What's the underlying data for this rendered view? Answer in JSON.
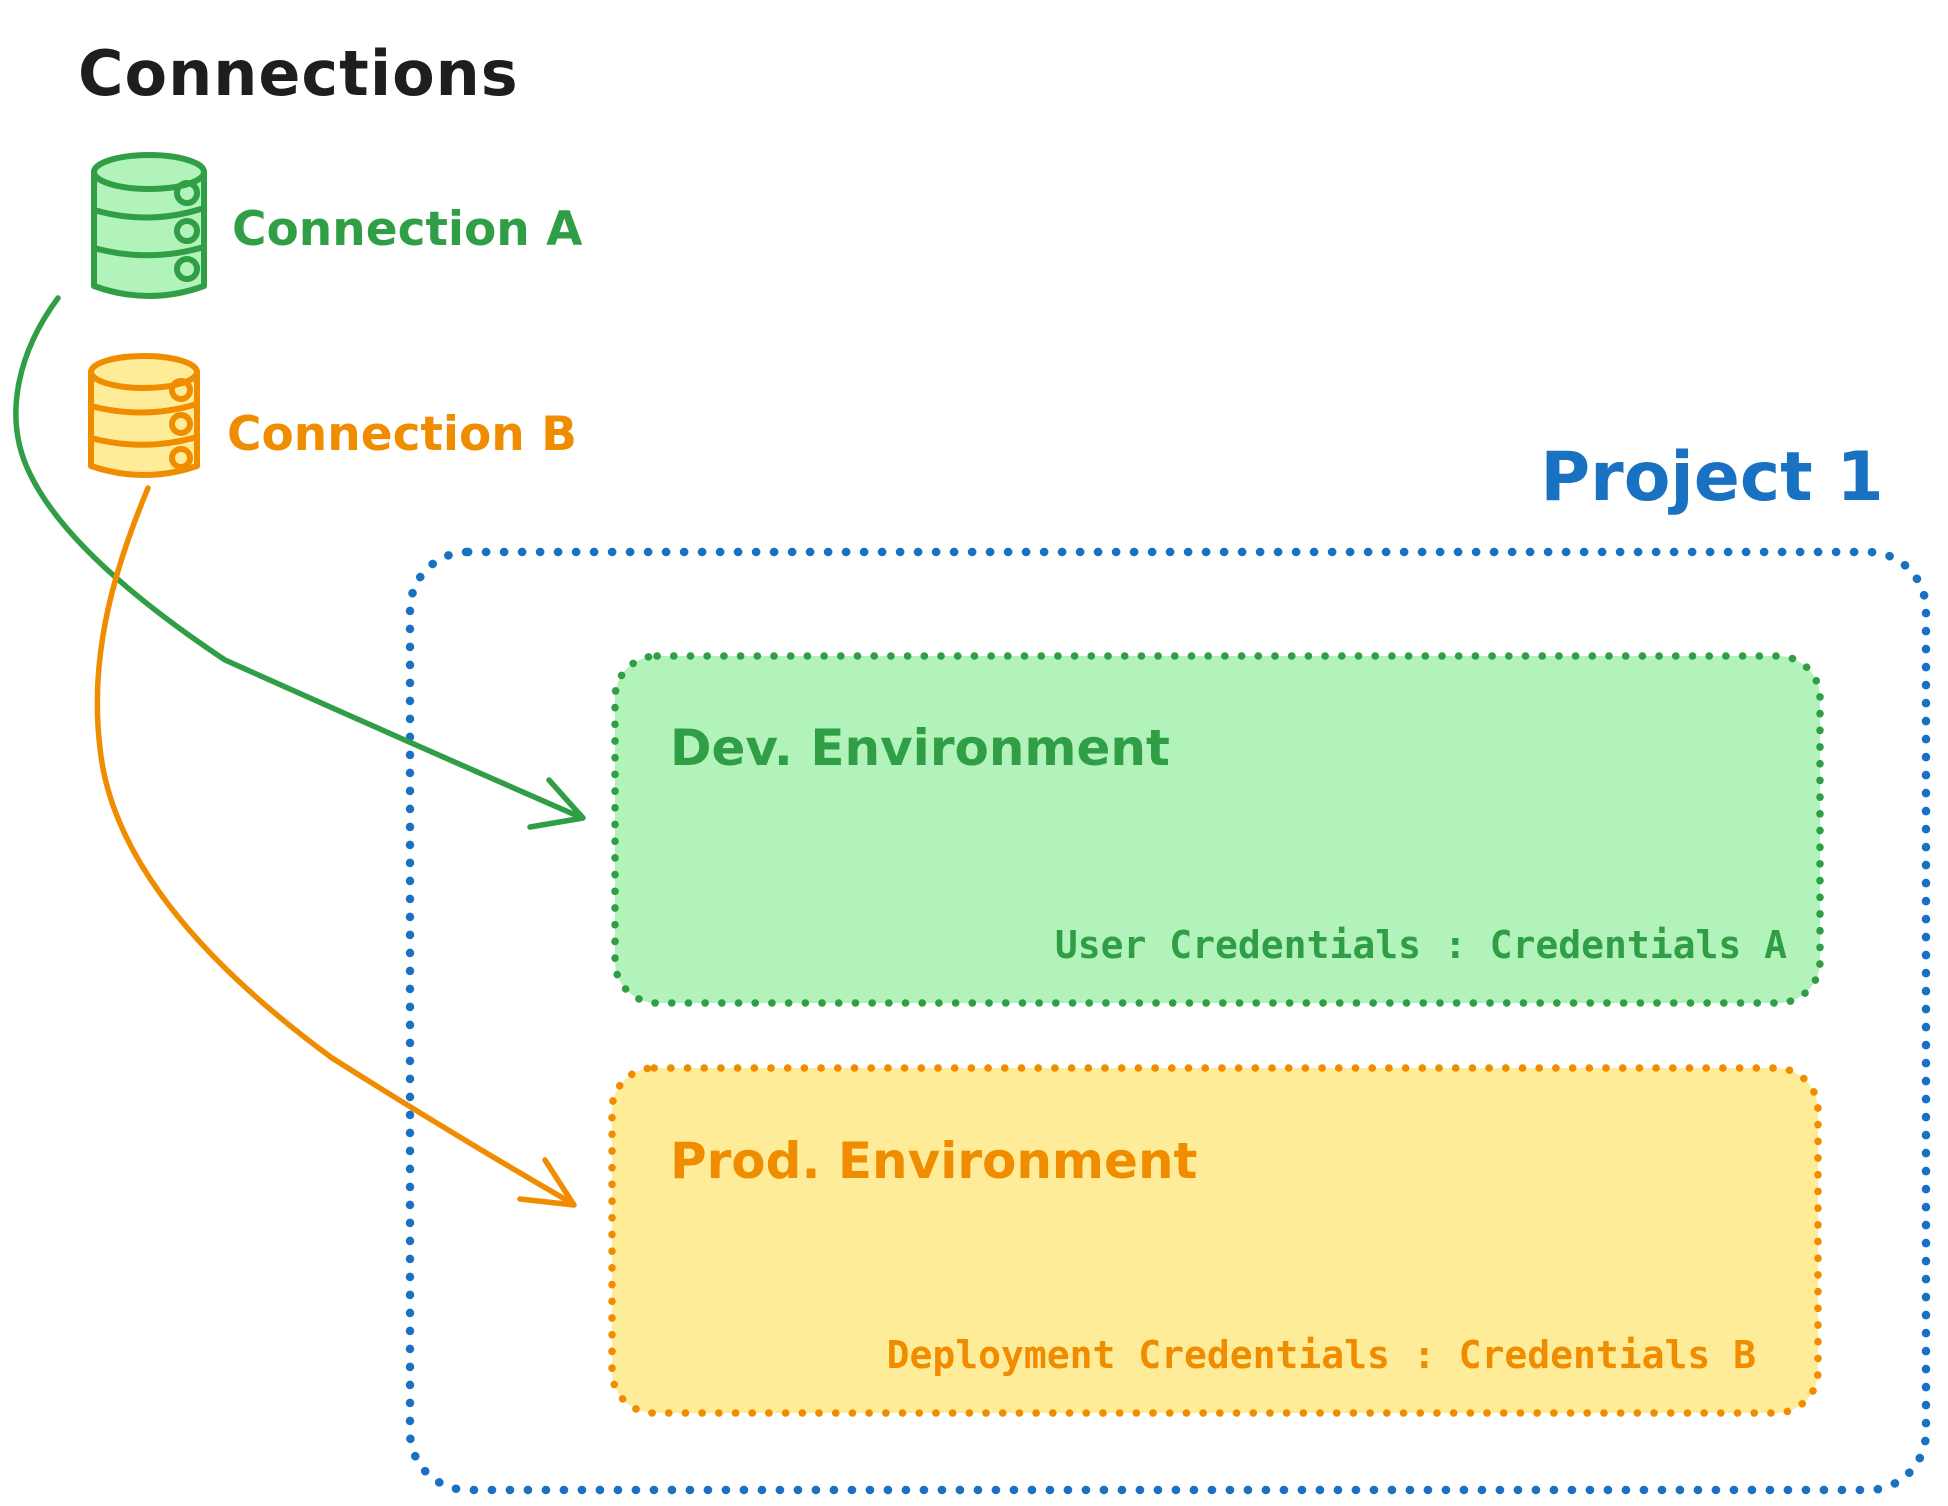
{
  "title": "Connections",
  "connections": [
    {
      "label": "Connection A",
      "icon": "database-icon",
      "stroke": "#2f9e44",
      "fill": "#b2f2bb"
    },
    {
      "label": "Connection B",
      "icon": "database-icon",
      "stroke": "#f08c00",
      "fill": "#ffec99"
    }
  ],
  "project": {
    "label": "Project 1",
    "accent": "#1971c2",
    "environments": [
      {
        "name": "Dev. Environment",
        "credentials_text": "User Credentials : Credentials A",
        "stroke": "#2f9e44",
        "fill": "#b2f2bb"
      },
      {
        "name": "Prod. Environment",
        "credentials_text": "Deployment Credentials : Credentials B",
        "stroke": "#f08c00",
        "fill": "#ffec99"
      }
    ]
  },
  "colors": {
    "ink": "#1e1e1e",
    "green_stroke": "#2f9e44",
    "green_fill": "#b2f2bb",
    "orange_stroke": "#f08c00",
    "orange_fill": "#ffec99",
    "blue": "#1971c2",
    "background": "#ffffff"
  }
}
